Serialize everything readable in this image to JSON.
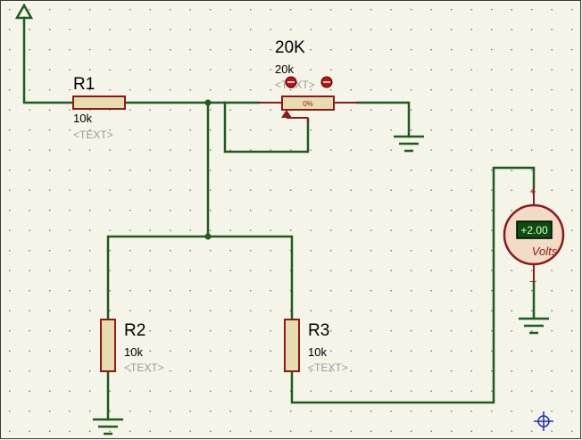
{
  "colors": {
    "background": "#f4f4e8",
    "grid_dot": "#707070",
    "wire": "#1f5a1f",
    "component_outline": "#8c1a1a",
    "component_fill": "#e6dcb0",
    "label": "#000000",
    "placeholder": "#9a9a9a",
    "pot_pin": "#c01010",
    "meter_face": "#f2dcc8",
    "lcd_bg": "#0d4d0d",
    "lcd_text": "#e0ffe0",
    "cursor_mark": "#1a2fb8"
  },
  "components": {
    "r1": {
      "name": "R1",
      "value": "10k",
      "placeholder": "<TEXT>"
    },
    "r2": {
      "name": "R2",
      "value": "10k",
      "placeholder": "<TEXT>"
    },
    "r3": {
      "name": "R3",
      "value": "10k",
      "placeholder": "<TEXT>"
    },
    "pot": {
      "name": "20K",
      "value": "20k",
      "placeholder": "<TEXT>",
      "position": "0%"
    },
    "voltmeter": {
      "reading": "+2.00",
      "unit": "Volts",
      "plus": "+",
      "minus": "–"
    }
  },
  "icons": {
    "power_terminal": "triangle-up-arrow",
    "ground": "ground-symbol",
    "origin_marker": "crosshair-circle"
  }
}
